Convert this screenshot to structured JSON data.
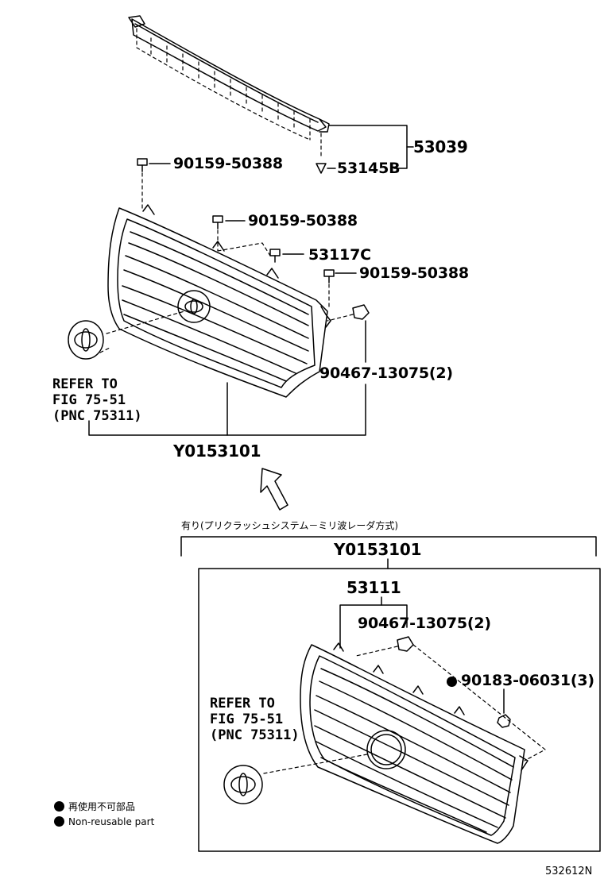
{
  "labels": {
    "p53039": "53039",
    "p53145b": "53145B",
    "p90159_a": "90159-50388",
    "p90159_b": "90159-50388",
    "p90159_c": "90159-50388",
    "p53117c": "53117C",
    "p90467_upper": "90467-13075(2)",
    "y0153101_upper": "Y0153101",
    "refer_upper": "REFER TO\nFIG 75-51\n(PNC 75311)",
    "jp_option": "有り(プリクラッシュシステム－ミリ波レーダ方式)",
    "y0153101_lower": "Y0153101",
    "p53111": "53111",
    "p90467_lower": "90467-13075(2)",
    "p90183": "90183-06031(3)",
    "refer_lower": "REFER TO\nFIG 75-51\n(PNC 75311)"
  },
  "legend": {
    "jp": "再使用不可部品",
    "en": "Non-reusable part"
  },
  "figure_code": "532612N"
}
